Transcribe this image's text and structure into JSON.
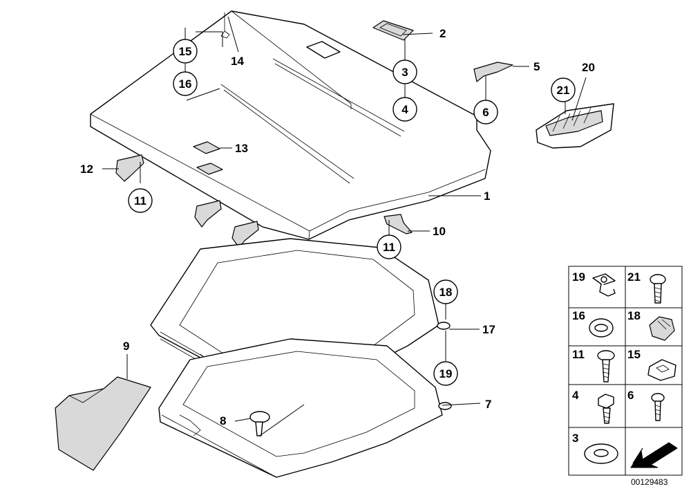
{
  "callouts": [
    {
      "id": "c1",
      "text": "1"
    },
    {
      "id": "c2",
      "text": "2"
    },
    {
      "id": "c3",
      "text": "3"
    },
    {
      "id": "c4",
      "text": "4"
    },
    {
      "id": "c5",
      "text": "5"
    },
    {
      "id": "c6",
      "text": "6"
    },
    {
      "id": "c7",
      "text": "7"
    },
    {
      "id": "c8",
      "text": "8"
    },
    {
      "id": "c9",
      "text": "9"
    },
    {
      "id": "c10",
      "text": "10"
    },
    {
      "id": "c11a",
      "text": "11"
    },
    {
      "id": "c11b",
      "text": "11"
    },
    {
      "id": "c12",
      "text": "12"
    },
    {
      "id": "c13",
      "text": "13"
    },
    {
      "id": "c14",
      "text": "14"
    },
    {
      "id": "c15",
      "text": "15"
    },
    {
      "id": "c16",
      "text": "16"
    },
    {
      "id": "c17",
      "text": "17"
    },
    {
      "id": "c18",
      "text": "18"
    },
    {
      "id": "c19",
      "text": "19"
    },
    {
      "id": "c20",
      "text": "20"
    },
    {
      "id": "c21",
      "text": "21"
    }
  ],
  "legend": {
    "cells": [
      "19",
      "21",
      "16",
      "18",
      "11",
      "15",
      "4",
      "6",
      "3"
    ]
  },
  "reference_number": "00129483"
}
